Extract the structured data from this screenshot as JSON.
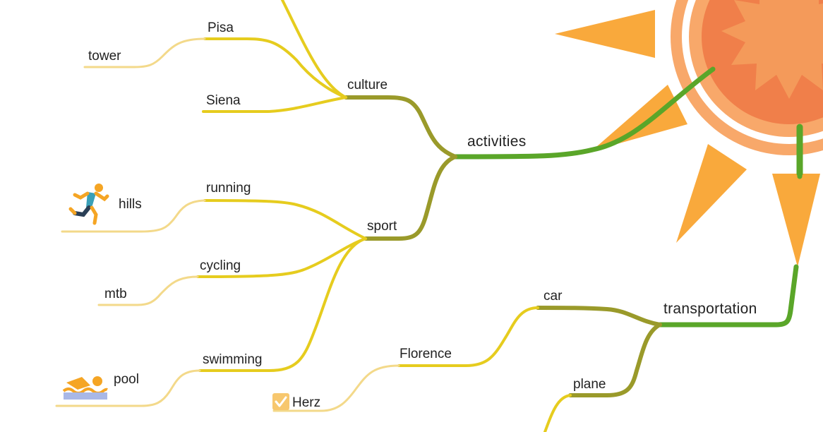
{
  "nodes": {
    "activities": "activities",
    "culture": "culture",
    "pisa": "Pisa",
    "tower": "tower",
    "siena": "Siena",
    "sport": "sport",
    "running": "running",
    "hills": "hills",
    "cycling": "cycling",
    "mtb": "mtb",
    "swimming": "swimming",
    "pool": "pool",
    "transportation": "transportation",
    "car": "car",
    "florence": "Florence",
    "herz": "Herz",
    "plane": "plane"
  },
  "icons": {
    "runner": "runner-icon",
    "swimmer": "swimmer-icon",
    "checkbox": "checkbox-icon",
    "sun": "sun-icon"
  },
  "colors": {
    "green": "#5aa629",
    "olive": "#9a9a2a",
    "yellow": "#e6cc1e",
    "pale": "#f3d98a",
    "sun_ray": "#f9a93c",
    "sun_core": "#f07f4a",
    "sun_ring": "#f8b07a"
  }
}
